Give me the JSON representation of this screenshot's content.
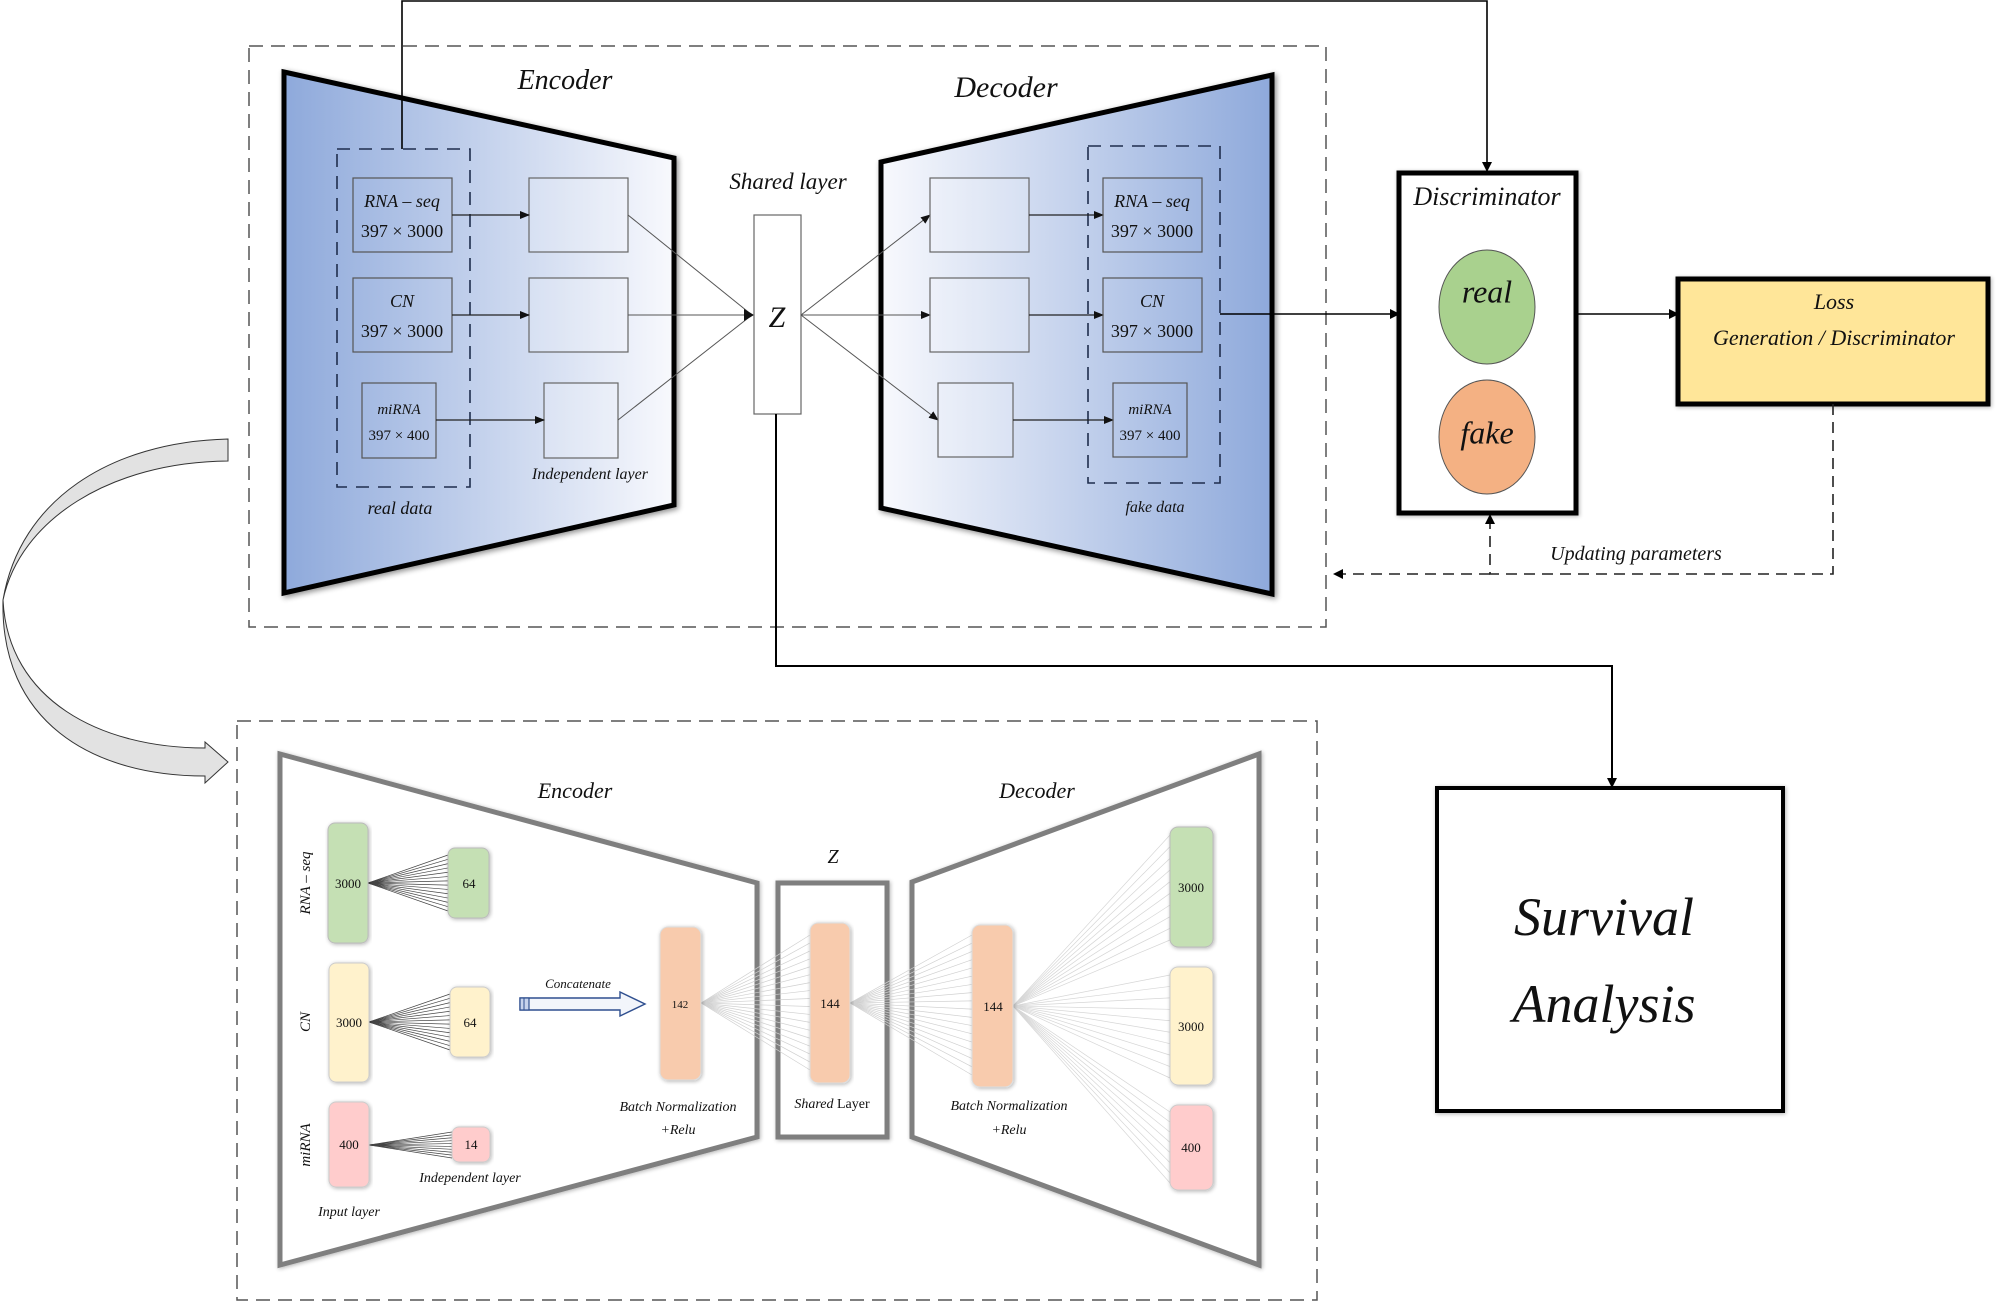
{
  "colors": {
    "encoder_gradient_dark": "#8ea9db",
    "encoder_gradient_light": "#f8f9fd",
    "real_circle": "#a9d18e",
    "fake_circle": "#f4b183",
    "loss_box": "#ffe699",
    "rna_layer": "#c5e0b4",
    "cn_layer": "#fff2cc",
    "mirna_layer": "#ffcccc",
    "hidden_layer": "#f8cbad"
  },
  "top": {
    "encoder_title": "Encoder",
    "decoder_title": "Decoder",
    "shared_layer_title": "Shared layer",
    "z_symbol": "Z",
    "real_data_label": "real data",
    "fake_data_label": "fake data",
    "independent_layer_label": "Independent layer",
    "inputs": [
      {
        "name": "RNA – seq",
        "shape": "397 × 3000"
      },
      {
        "name": "CN",
        "shape": "397 × 3000"
      },
      {
        "name": "miRNA",
        "shape": "397 × 400"
      }
    ],
    "outputs": [
      {
        "name": "RNA – seq",
        "shape": "397 × 3000"
      },
      {
        "name": "CN",
        "shape": "397 × 3000"
      },
      {
        "name": "miRNA",
        "shape": "397 × 400"
      }
    ]
  },
  "discriminator": {
    "title": "Discriminator",
    "real_label": "real",
    "fake_label": "fake"
  },
  "loss": {
    "line1": "Loss",
    "line2": "Generation / Discriminator"
  },
  "updating_parameters_label": "Updating parameters",
  "survival": {
    "line1": "Survival",
    "line2": "Analysis"
  },
  "bottom": {
    "encoder_title": "Encoder",
    "decoder_title": "Decoder",
    "z_title": "Z",
    "input_layer_label": "Input layer",
    "independent_layer_label": "Independent layer",
    "concatenate_label": "Concatenate",
    "bn_label_1": "Batch Normalization",
    "bn_label_2": "+Relu",
    "dec_bn_label_1": "Batch Normalization",
    "dec_bn_label_2": "+Relu",
    "shared_label_italic": "Shared",
    "shared_label_plain": " Layer",
    "omics_labels": [
      "RNA – seq",
      "CN",
      "miRNA"
    ],
    "input_sizes": [
      "3000",
      "3000",
      "400"
    ],
    "independent_sizes": [
      "64",
      "64",
      "14"
    ],
    "concat_size": "142",
    "shared_size": "144",
    "decoder_hidden_size": "144",
    "output_sizes": [
      "3000",
      "3000",
      "400"
    ]
  }
}
